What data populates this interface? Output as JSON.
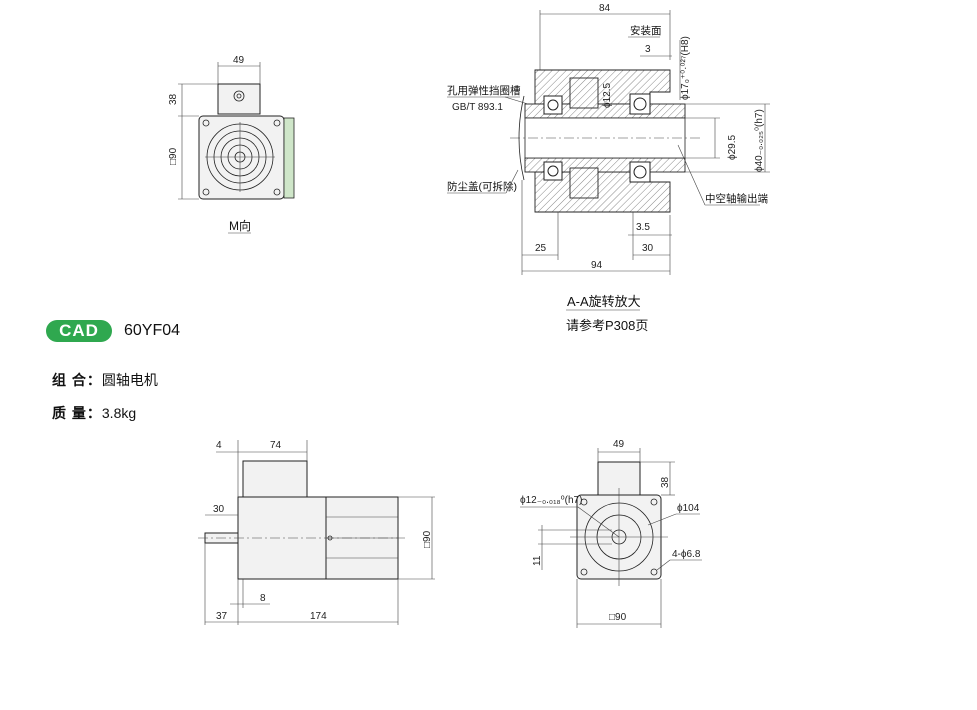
{
  "product": {
    "badge": "CAD",
    "model": "60YF04",
    "combination_label": "组 合：",
    "combination_value": "圆轴电机",
    "mass_label": "质 量：",
    "mass_value": "3.8kg"
  },
  "top_left_view": {
    "dim_width": "49",
    "dim_height": "38",
    "dim_square": "□90",
    "caption": "M向"
  },
  "section_view": {
    "dim_total": "84",
    "mount_face_label": "安装面",
    "dim_3": "3",
    "dim_bore_17": "ϕ17₀⁺⁰·⁰²⁷(H8)",
    "dim_bore_125": "ϕ12.5",
    "dim_bore_295": "ϕ29.5",
    "dim_bore_40": "ϕ40₋₀.₀₂₅⁰(h7)",
    "snap_ring_label": "孔用弹性挡圈槽",
    "snap_ring_std": "GB/T 893.1",
    "dust_cover_label": "防尘盖(可拆除)",
    "hollow_shaft_label": "中空轴输出端",
    "dim_35": "3.5",
    "dim_25": "25",
    "dim_30": "30",
    "dim_94": "94",
    "caption": "A-A旋转放大",
    "caption_ref": "请参考P308页"
  },
  "side_view": {
    "dim_4": "4",
    "dim_74": "74",
    "dim_30": "30",
    "dim_square": "□90",
    "dim_8": "8",
    "dim_37": "37",
    "dim_174": "174"
  },
  "front_view": {
    "dim_49": "49",
    "dim_38": "38",
    "dim_shaft": "ϕ12₋₀.₀₁₈⁰(h7)",
    "dim_pcd": "ϕ104",
    "dim_holes": "4-ϕ6.8",
    "dim_11": "11",
    "dim_square": "□90"
  }
}
